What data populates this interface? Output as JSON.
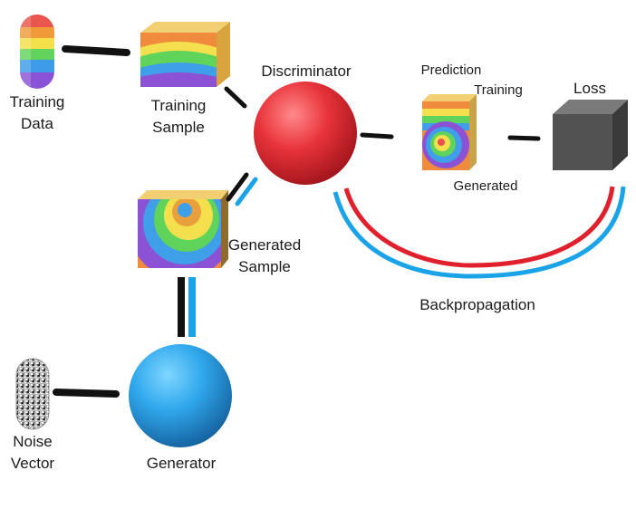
{
  "labels": {
    "training_data": [
      "Training",
      "Data"
    ],
    "training_sample": [
      "Training",
      "Sample"
    ],
    "discriminator": "Discriminator",
    "prediction": "Prediction",
    "prediction_training": "Training",
    "prediction_generated": "Generated",
    "loss": "Loss",
    "generated_sample": [
      "Generated",
      "Sample"
    ],
    "backpropagation": "Backpropagation",
    "noise_vector": [
      "Noise",
      "Vector"
    ],
    "generator": "Generator"
  },
  "colors": {
    "discriminator": "#e02630",
    "generator": "#2ea6ea",
    "loss": "#505050",
    "connector": "#111111",
    "backprop_red": "#e0202c",
    "backprop_blue": "#1aa3e6",
    "noise": "#8a8a8a"
  },
  "stripes": [
    "#e94f4f",
    "#f0a33c",
    "#f4e24a",
    "#5bd15b",
    "#3e9be8",
    "#8b4fd1"
  ]
}
